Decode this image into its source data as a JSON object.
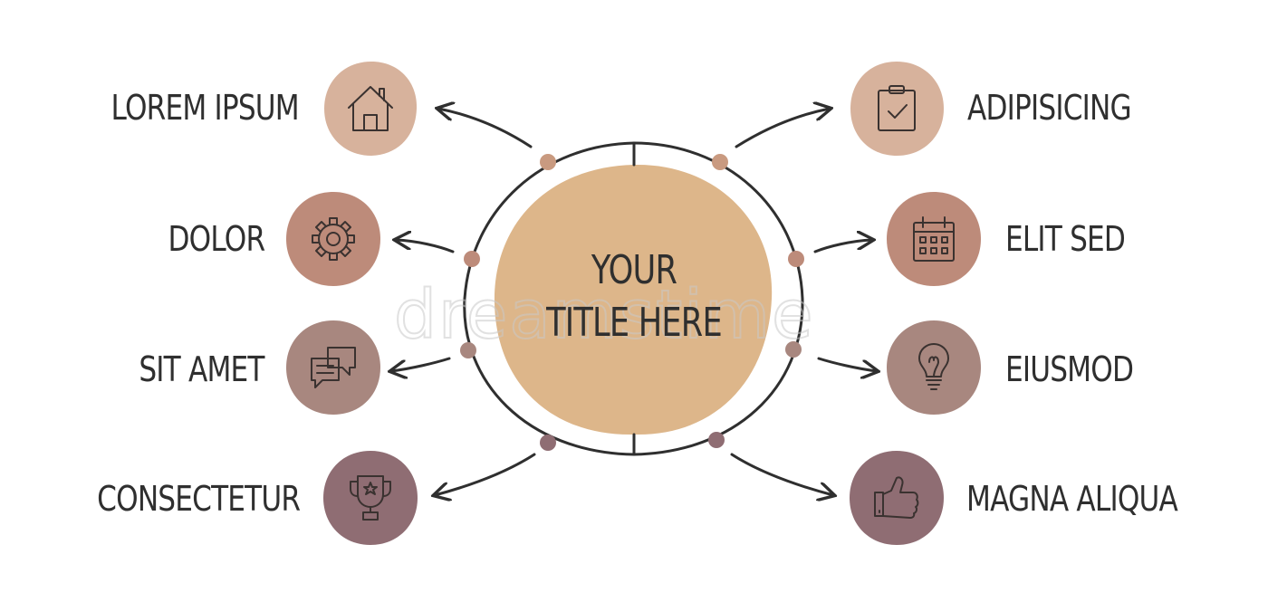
{
  "center": {
    "title_line1": "YOUR",
    "title_line2": "TITLE HERE"
  },
  "watermark": {
    "text": "dreamstime"
  },
  "left_items": [
    {
      "label": "LOREM IPSUM",
      "icon": "house-icon",
      "color": "#d7b29c"
    },
    {
      "label": "DOLOR",
      "icon": "gear-icon",
      "color": "#bd8b7a"
    },
    {
      "label": "SIT AMET",
      "icon": "chat-bubbles-icon",
      "color": "#a8877f"
    },
    {
      "label": "CONSECTETUR",
      "icon": "trophy-icon",
      "color": "#8f6d73"
    }
  ],
  "right_items": [
    {
      "label": "ADIPISICING",
      "icon": "clipboard-check-icon",
      "color": "#d7b29c"
    },
    {
      "label": "ELIT SED",
      "icon": "calendar-icon",
      "color": "#bd8b7a"
    },
    {
      "label": "EIUSMOD",
      "icon": "lightbulb-icon",
      "color": "#a8877f"
    },
    {
      "label": "MAGNA ALIQUA",
      "icon": "thumbs-up-icon",
      "color": "#8f6d73"
    }
  ],
  "colors": {
    "center_blob": "#ddb68a",
    "line": "#2f2f2f",
    "dot_light": "#c99a80",
    "dot_dark": "#a07a78"
  }
}
